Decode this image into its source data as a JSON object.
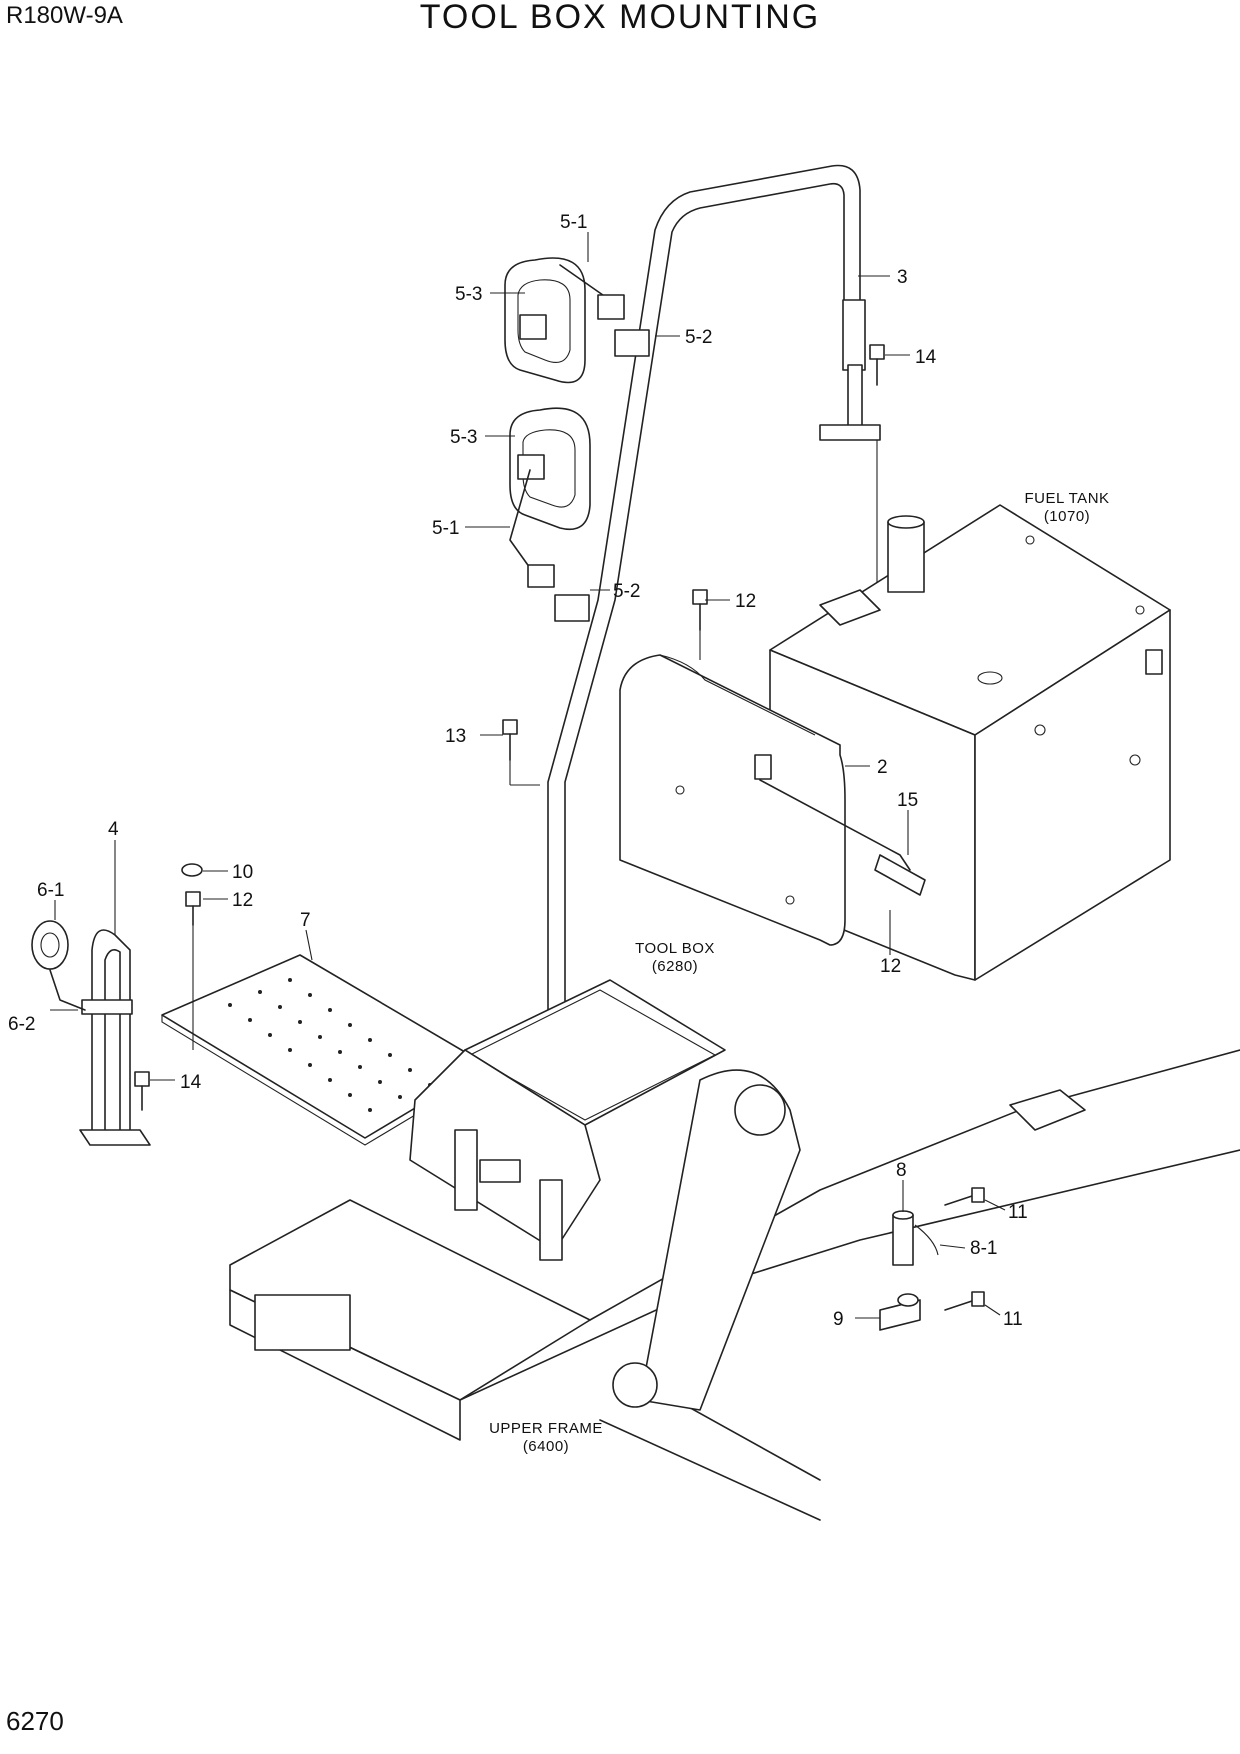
{
  "header": {
    "model": "R180W-9A",
    "title": "TOOL BOX MOUNTING"
  },
  "footer": {
    "page_number": "6270"
  },
  "reference_labels": [
    {
      "id": "fuel_tank",
      "name": "FUEL TANK",
      "code": "(1070)"
    },
    {
      "id": "tool_box",
      "name": "TOOL BOX",
      "code": "(6280)"
    },
    {
      "id": "upper_frame",
      "name": "UPPER FRAME",
      "code": "(6400)"
    }
  ],
  "callouts": [
    "5-1",
    "5-3",
    "5-2",
    "3",
    "14",
    "5-3",
    "5-1",
    "5-2",
    "12",
    "13",
    "2",
    "15",
    "4",
    "10",
    "6-1",
    "12",
    "7",
    "12",
    "6-2",
    "14",
    "8",
    "11",
    "8-1",
    "9",
    "11"
  ]
}
